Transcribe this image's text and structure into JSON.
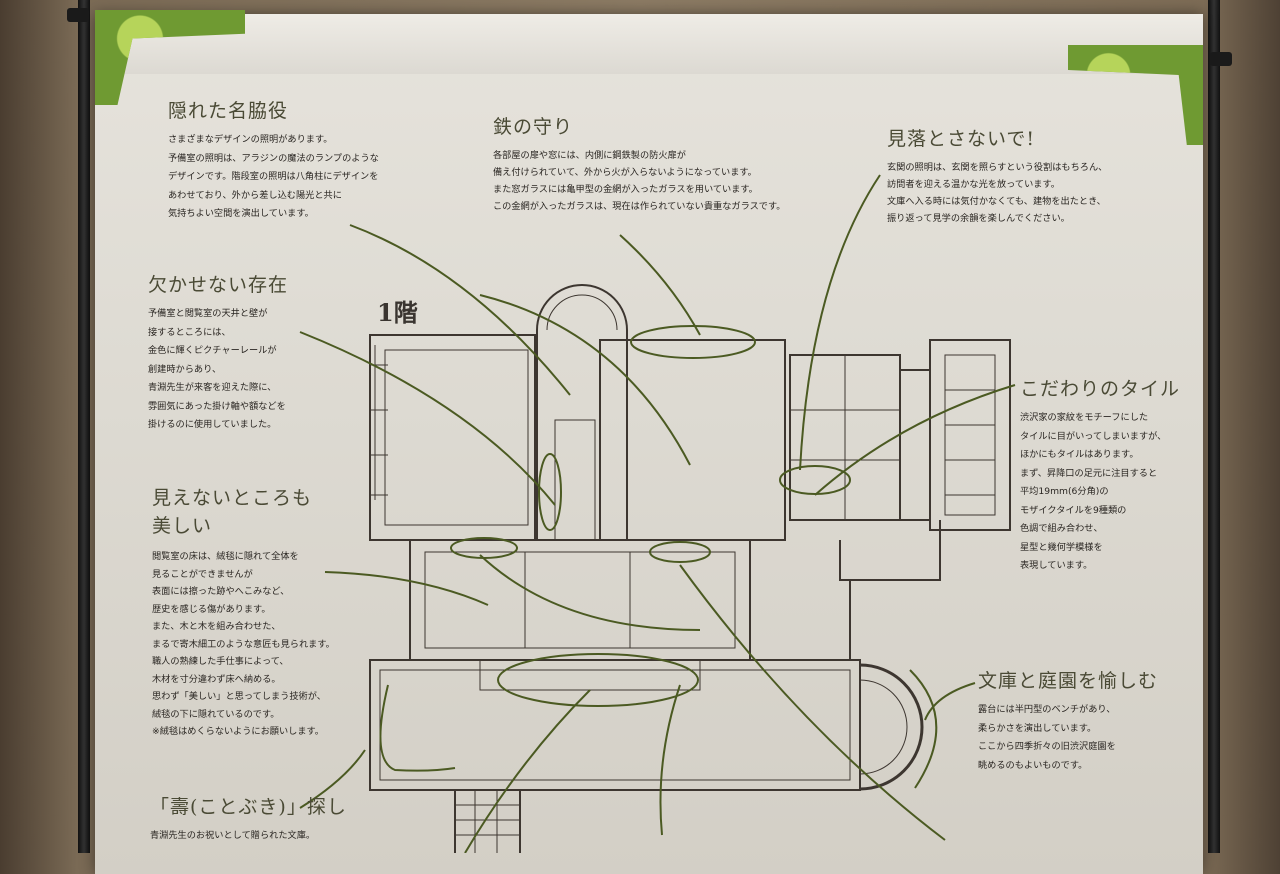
{
  "floor_label": "1階",
  "sections": [
    {
      "title": "隠れた名脇役",
      "body": "さまざまなデザインの照明があります。\n予備室の照明は、アラジンの魔法のランプのような\nデザインです。階段室の照明は八角柱にデザインを\nあわせており、外から差し込む陽光と共に\n気持ちよい空間を演出しています。"
    },
    {
      "title": "鉄の守り",
      "body": "各部屋の扉や窓には、内側に鋼鉄製の防火扉が\n備え付けられていて、外から火が入らないようになっています。\nまた窓ガラスには亀甲型の金網が入ったガラスを用いています。\nこの金網が入ったガラスは、現在は作られていない貴重なガラスです。"
    },
    {
      "title": "見落とさないで!",
      "body": "玄関の照明は、玄関を照らすという役割はもちろん、\n訪問者を迎える温かな光を放っています。\n文庫へ入る時には気付かなくても、建物を出たとき、\n振り返って見学の余韻を楽しんでください。"
    },
    {
      "title": "欠かせない存在",
      "body": "予備室と閲覧室の天井と壁が\n接するところには、\n金色に輝くピクチャーレールが\n創建時からあり、\n青淵先生が来客を迎えた際に、\n雰囲気にあった掛け軸や額などを\n掛けるのに使用していました。"
    },
    {
      "title": "見えないところも\n美しい",
      "body": "閲覧室の床は、絨毯に隠れて全体を\n見ることができませんが\n表面には擦った跡やへこみなど、\n歴史を感じる傷があります。\nまた、木と木を組み合わせた、\nまるで寄木細工のような意匠も見られます。\n職人の熟練した手仕事によって、\n木材を寸分違わず床へ納める。\n思わず「美しい」と思ってしまう技術が、\n絨毯の下に隠れているのです。\n※絨毯はめくらないようにお願いします。"
    },
    {
      "title": "こだわりのタイル",
      "body": "渋沢家の家紋をモチーフにした\nタイルに目がいってしまいますが、\nほかにもタイルはあります。\nまず、昇降口の足元に注目すると\n平均19mm(6分角)の\nモザイクタイルを9種類の\n色調で組み合わせ、\n星型と幾何学模様を\n表現しています。"
    },
    {
      "title": "文庫と庭園を愉しむ",
      "body": "露台には半円型のベンチがあり、\n柔らかさを演出しています。\nここから四季折々の旧渋沢庭園を\n眺めるのもよいものです。"
    },
    {
      "title": "「壽(ことぶき)」探し",
      "body": "青淵先生のお祝いとして贈られた文庫。"
    }
  ],
  "colors": {
    "leader_line": "#4b5a22",
    "plan_ink": "#3d3630",
    "wall": "#8c7b64",
    "leaf": "#6f9a32"
  }
}
